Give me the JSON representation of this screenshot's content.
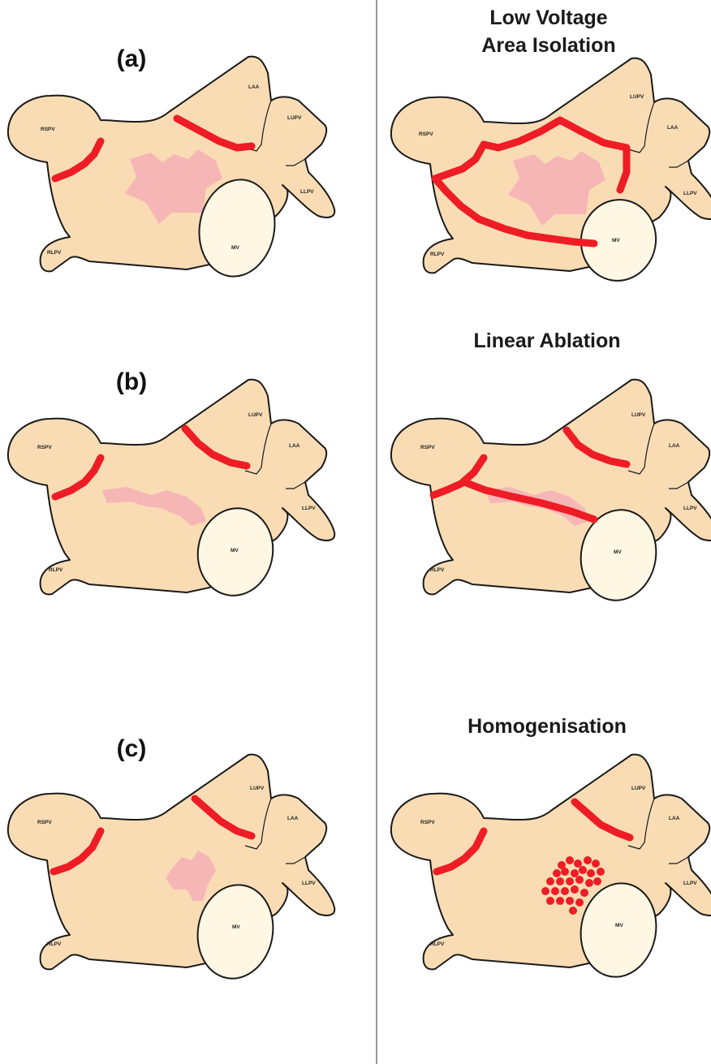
{
  "colors": {
    "atrium": "#f9dcb4",
    "outline": "#1a1a1a",
    "low_voltage": "#f6b6b6",
    "lesion": "#ee1c25",
    "valve": "#fdf7e4",
    "divider": "#555555"
  },
  "column_titles": {
    "a_line1": "Low Voltage",
    "a_line2": "Area Isolation",
    "b": "Linear Ablation",
    "c": "Homogenisation"
  },
  "rows": [
    {
      "letter": "(a)",
      "labels": {
        "rspv": "RSPV",
        "rlpv": "RLPV",
        "top": "LAA",
        "right": "LUPV",
        "llpv": "LLPV",
        "mv": "MV"
      },
      "labels_right": {
        "rspv": "RSPV",
        "rlpv": "RLPV",
        "top": "LUPV",
        "right": "LAA",
        "llpv": "LLPV",
        "mv": "MV"
      }
    },
    {
      "letter": "(b)",
      "labels": {
        "rspv": "RSPV",
        "rlpv": "RLPV",
        "top": "LUPV",
        "right": "LAA",
        "llpv": "LLPV",
        "mv": "MV"
      },
      "labels_right": {
        "rspv": "RSPV",
        "rlpv": "RLPV",
        "top": "LUPV",
        "right": "LAA",
        "llpv": "LLPV",
        "mv": "MV"
      }
    },
    {
      "letter": "(c)",
      "labels": {
        "rspv": "RSPV",
        "rlpv": "RLPV",
        "top": "LUPV",
        "right": "LAA",
        "llpv": "LLPV",
        "mv": "MV"
      },
      "labels_right": {
        "rspv": "RSPV",
        "rlpv": "RLPV",
        "top": "LUPV",
        "right": "LAA",
        "llpv": "LLPV",
        "mv": "MV"
      }
    }
  ]
}
